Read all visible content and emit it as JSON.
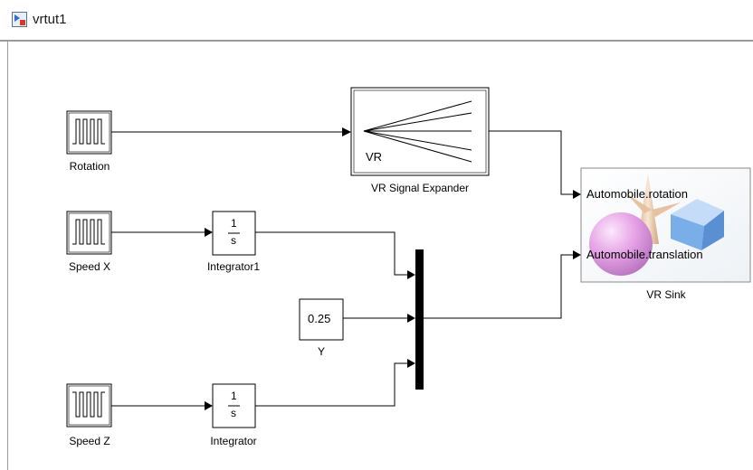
{
  "window": {
    "title": "vrtut1",
    "icon": "simulink-model-icon"
  },
  "blocks": {
    "rotation": {
      "label": "Rotation",
      "icon": "signal-builder-icon"
    },
    "speed_x": {
      "label": "Speed X",
      "icon": "signal-builder-icon"
    },
    "speed_z": {
      "label": "Speed Z",
      "icon": "signal-builder-icon"
    },
    "integrator1": {
      "label": "Integrator1",
      "numerator": "1",
      "denominator": "s"
    },
    "integrator": {
      "label": "Integrator",
      "numerator": "1",
      "denominator": "s"
    },
    "y_const": {
      "label": "Y",
      "value": "0.25"
    },
    "vr_expander": {
      "label": "VR Signal Expander",
      "inner_text": "VR"
    },
    "vr_sink": {
      "label": "VR Sink",
      "ports": [
        "Automobile.rotation",
        "Automobile.translation"
      ]
    },
    "mux": {
      "label": ""
    }
  },
  "colors": {
    "line": "#000000",
    "border_gray": "#9a9a9a",
    "sphere": "#e6a3e6",
    "cube": "#8ab8ee",
    "cone": "#e8c9a8"
  }
}
